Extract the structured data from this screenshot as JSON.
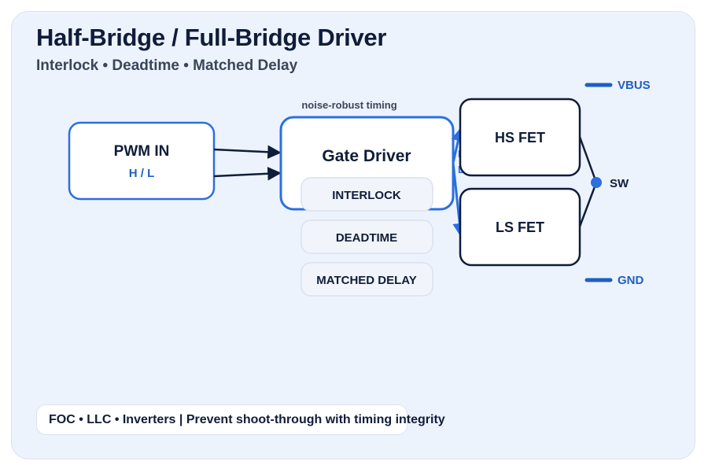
{
  "title": "Half-Bridge / Full-Bridge Driver",
  "subtitle": "Interlock • Deadtime • Matched Delay",
  "pwm_block": {
    "label": "PWM IN",
    "sublabel": "H / L"
  },
  "driver_block": {
    "label": "Gate Driver",
    "caption": "noise-robust timing",
    "features": [
      "INTERLOCK",
      "DEADTIME",
      "MATCHED DELAY"
    ]
  },
  "outputs": {
    "high": "HO",
    "low": "LO"
  },
  "fets": {
    "high": "HS FET",
    "low": "LS FET"
  },
  "rails": {
    "supply": "VBUS",
    "switch": "SW",
    "ground": "GND"
  },
  "footer": "FOC • LLC • Inverters | Prevent shoot-through with timing integrity",
  "colors": {
    "accent": "#2b6fe0",
    "dark": "#0f1d3a",
    "label_blue": "#1f5fc2",
    "card_bg": "#edf3fd"
  }
}
